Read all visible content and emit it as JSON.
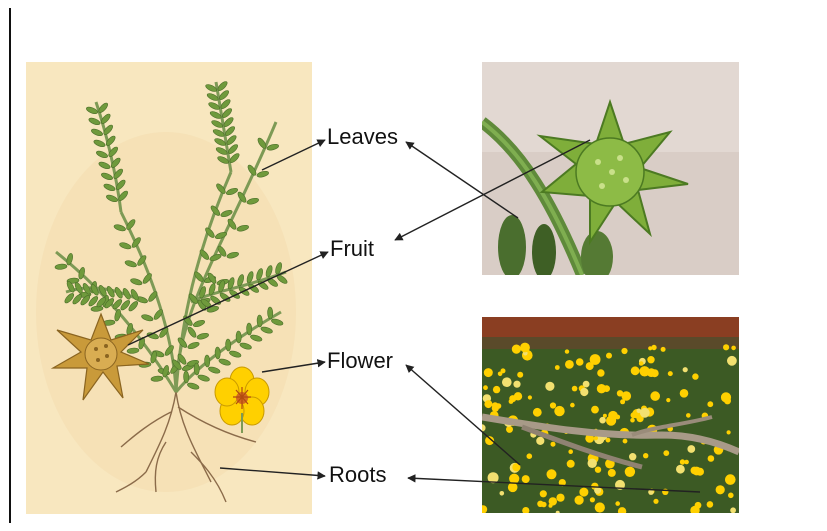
{
  "labels": {
    "leaves": "Leaves",
    "fruit": "Fruit",
    "flower": "Flower",
    "roots": "Roots"
  },
  "colors": {
    "paper": "#f8e7bf",
    "leaf_green": "#6f9a3c",
    "stem_green": "#7d9a55",
    "fruit_ochre": "#c99a3a",
    "flower_yellow": "#ffd000",
    "flower_center": "#d2691e",
    "photo_bg": "#d9cdc6",
    "field_green": "#3c5a24",
    "arrow": "#222222"
  }
}
